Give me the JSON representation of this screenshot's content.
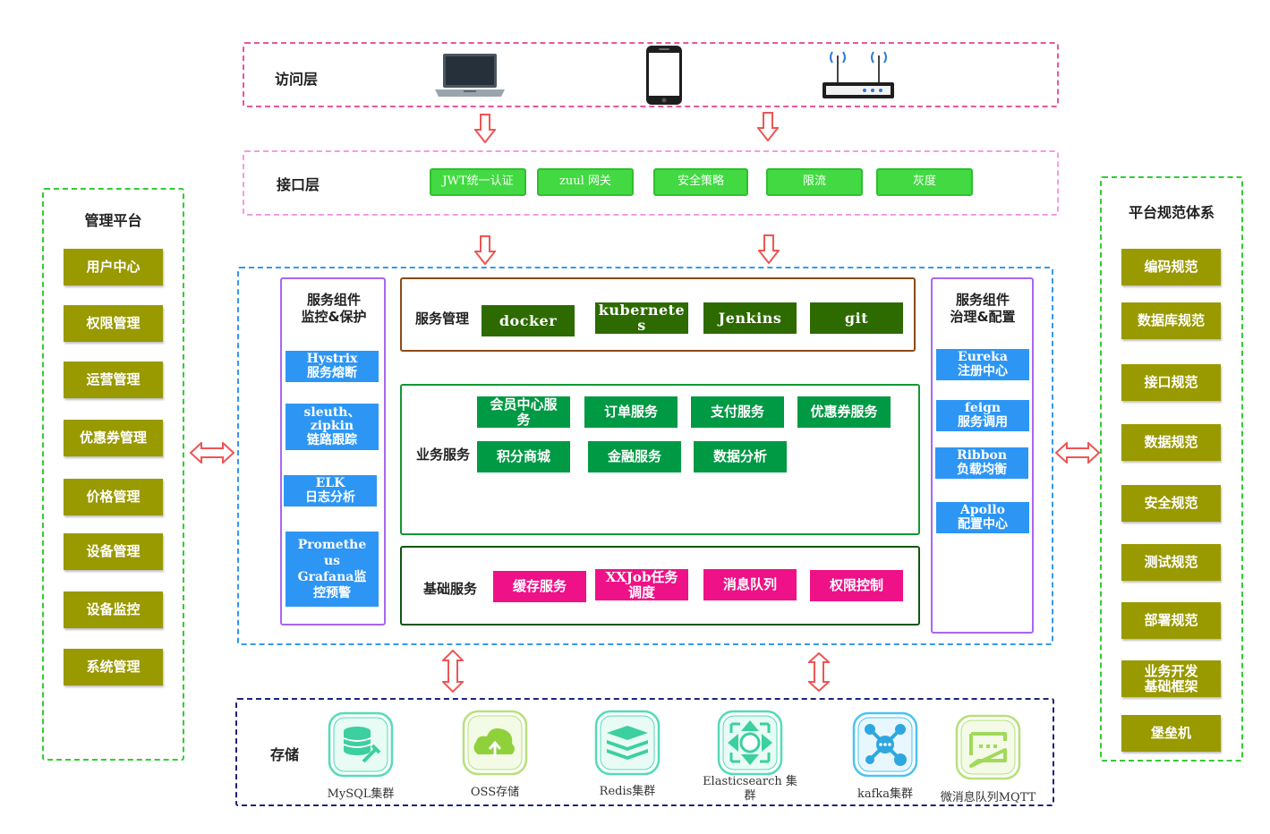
{
  "access_layer": {
    "label": "访问层",
    "devices": [
      "laptop-icon",
      "phone-icon",
      "router-icon"
    ]
  },
  "interface_layer": {
    "label": "接口层",
    "items": [
      "JWT统一认证",
      "zuul 网关",
      "安全策略",
      "限流",
      "灰度"
    ]
  },
  "mgmt_platform": {
    "title": "管理平台",
    "items": [
      "用户中心",
      "权限管理",
      "运营管理",
      "优惠券管理",
      "价格管理",
      "设备管理",
      "设备监控",
      "系统管理"
    ]
  },
  "spec_system": {
    "title": "平台规范体系",
    "items": [
      "编码规范",
      "数据库规范",
      "接口规范",
      "数据规范",
      "安全规范",
      "测试规范",
      "部署规范",
      "业务开发\n基础框架",
      "堡垒机"
    ]
  },
  "monitor_group": {
    "title": "服务组件\n监控&保护",
    "items": [
      "Hystrix\n服务熔断",
      "sleuth、\nzipkin\n链路跟踪",
      "ELK\n日志分析",
      "Promethe\nus\nGrafana监\n控预警"
    ]
  },
  "governance_group": {
    "title": "服务组件\n治理&配置",
    "items": [
      "Eureka\n注册中心",
      "feign\n服务调用",
      "Ribbon\n负载均衡",
      "Apollo\n配置中心"
    ]
  },
  "service_mgmt": {
    "label": "服务管理",
    "items": [
      "docker",
      "kubernete\ns",
      "Jenkins",
      "git"
    ]
  },
  "business_services": {
    "label": "业务服务",
    "row1": [
      "会员中心服\n务",
      "订单服务",
      "支付服务",
      "优惠券服务"
    ],
    "row2": [
      "积分商城",
      "金融服务",
      "数据分析"
    ]
  },
  "base_services": {
    "label": "基础服务",
    "items": [
      "缓存服务",
      "XXJob任务\n调度",
      "消息队列",
      "权限控制"
    ]
  },
  "storage": {
    "label": "存储",
    "items": [
      {
        "label": "MySQL集群",
        "icon": "mysql-icon"
      },
      {
        "label": "OSS存储",
        "icon": "oss-icon"
      },
      {
        "label": "Redis集群",
        "icon": "redis-icon"
      },
      {
        "label": "Elasticsearch 集\n群",
        "icon": "elasticsearch-icon"
      },
      {
        "label": "kafka集群",
        "icon": "kafka-icon"
      },
      {
        "label": "微消息队列MQTT",
        "icon": "mqtt-icon"
      }
    ]
  },
  "colors": {
    "olive": "#999900",
    "interface_green": "#42d942",
    "dark_green": "#2d6a00",
    "biz_green": "#009944",
    "pink": "#ee1187",
    "blue": "#2d96f5",
    "arrow": "#ee5555"
  }
}
